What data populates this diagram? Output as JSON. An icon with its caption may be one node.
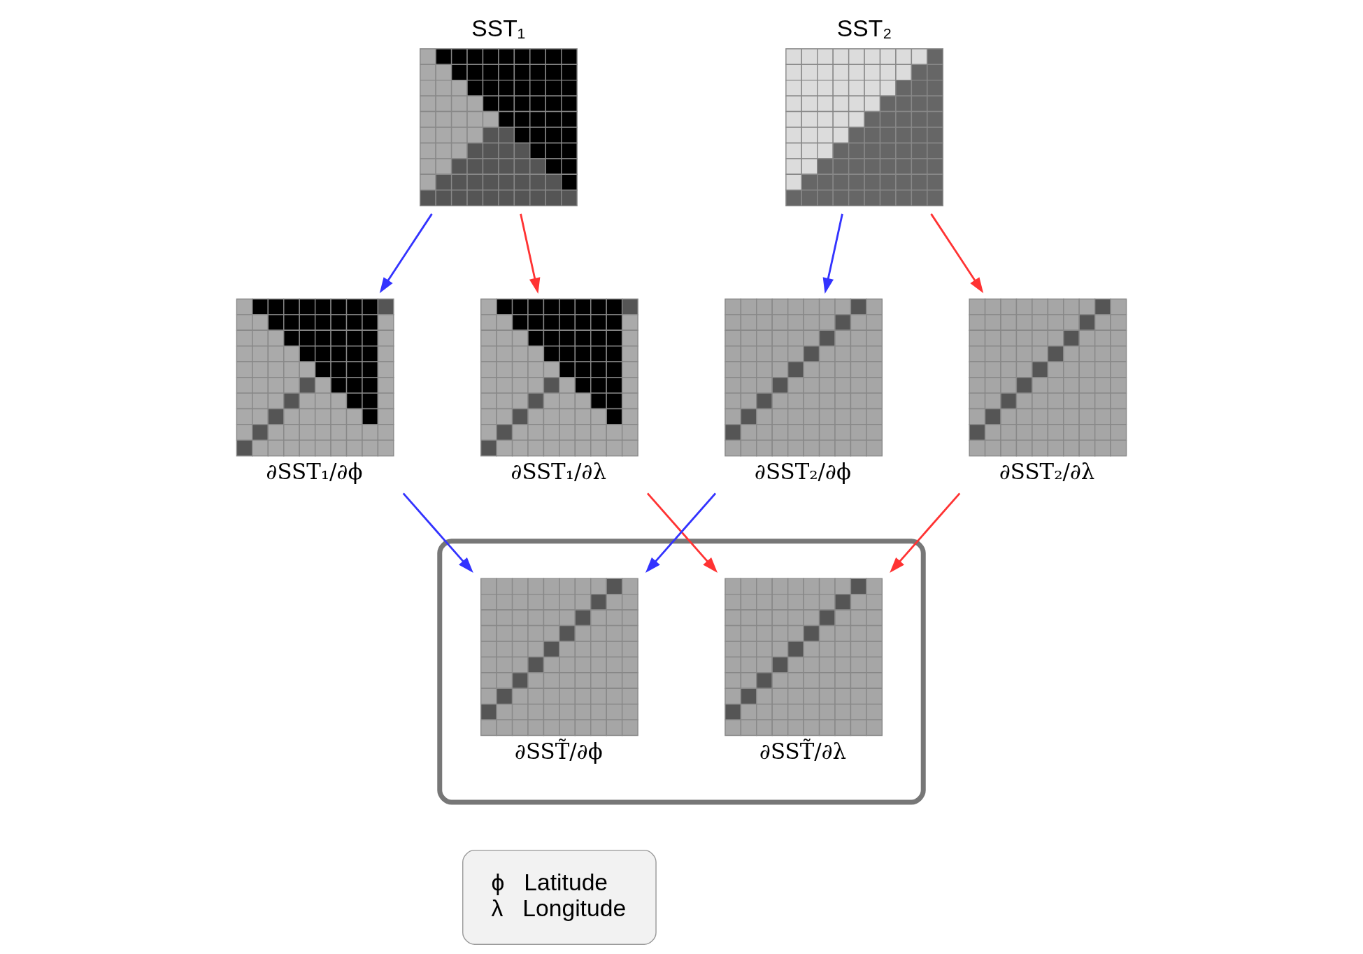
{
  "diagram": {
    "nodes": [
      {
        "text": [
          "SST₁"
        ]
      },
      {
        "text": [
          "SST₂"
        ]
      },
      {
        "text": [
          "∂SST₁/∂ϕ"
        ]
      },
      {
        "text": [
          "∂SST₁/∂λ"
        ]
      },
      {
        "text": [
          "∂SST₂/∂ϕ"
        ]
      },
      {
        "text": [
          "∂SST₂/∂λ"
        ]
      },
      {
        "text": [],
        "shape": "box"
      },
      {
        "text": [
          "∂SST̃/∂ϕ"
        ],
        "in": 6
      },
      {
        "text": [
          "∂SST̃/∂λ"
        ],
        "in": 6
      },
      {
        "text": [
          "ϕ   Latitude",
          "λ   Longitude"
        ]
      }
    ],
    "edges": [
      {
        "from": 0,
        "to": 2,
        "arrow": "to",
        "color": "#3333ff"
      },
      {
        "from": 0,
        "to": 3,
        "arrow": "to",
        "color": "#ff3333"
      },
      {
        "from": 1,
        "to": 4,
        "arrow": "to",
        "color": "#3333ff"
      },
      {
        "from": 1,
        "to": 5,
        "arrow": "to",
        "color": "#ff3333"
      },
      {
        "from": 2,
        "to": 7,
        "arrow": "to",
        "color": "#3333ff"
      },
      {
        "from": 3,
        "to": 8,
        "arrow": "to",
        "color": "#ff3333"
      },
      {
        "from": 4,
        "to": 7,
        "arrow": "to",
        "color": "#3333ff"
      },
      {
        "from": 5,
        "to": 8,
        "arrow": "to",
        "color": "#ff3333"
      }
    ]
  }
}
